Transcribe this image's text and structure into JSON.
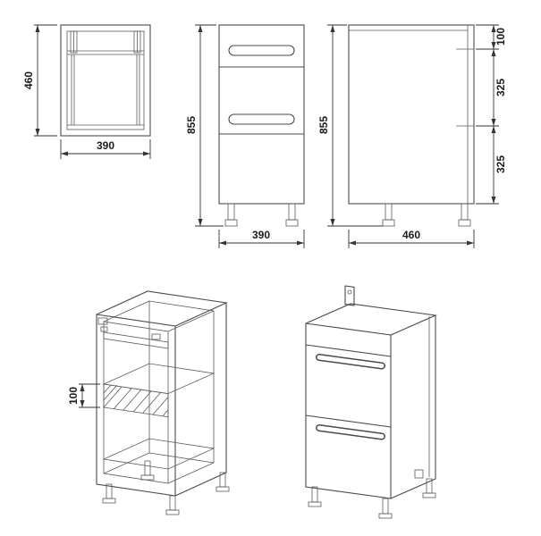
{
  "drawing": {
    "background": "#ffffff",
    "line_color": "#4a4a4a",
    "dim_color": "#333333",
    "views": {
      "top_view": {
        "height_dim": "460",
        "width_dim": "390"
      },
      "front_view": {
        "height_dim": "855",
        "width_dim": "390"
      },
      "side_view": {
        "height_dim": "855",
        "width_dim": "460",
        "segments": [
          "100",
          "325",
          "325"
        ]
      },
      "iso_carcass": {
        "shelf_dim": "100"
      }
    }
  }
}
